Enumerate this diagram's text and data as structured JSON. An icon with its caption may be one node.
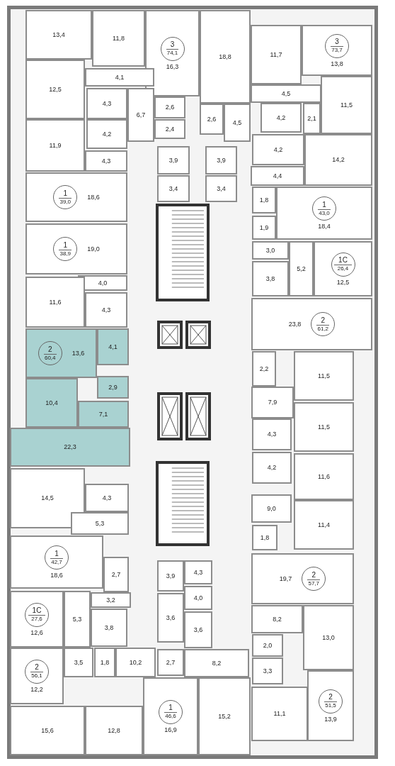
{
  "diagram": {
    "nodes": [
      {
        "text": [
          "13,4"
        ]
      },
      {
        "text": [
          "11,8"
        ]
      },
      {
        "text": [
          "16,3"
        ]
      },
      {
        "text": [
          "3",
          "74,1"
        ],
        "in": 2
      },
      {
        "text": [
          "18,8"
        ]
      },
      {
        "text": [
          "11,7"
        ]
      },
      {
        "text": [
          "13,8"
        ]
      },
      {
        "text": [
          "3",
          "73,7"
        ],
        "in": 6
      },
      {
        "text": [
          "12,5"
        ]
      },
      {
        "text": [
          "4,1"
        ]
      },
      {
        "text": [
          "11,5"
        ]
      },
      {
        "text": [
          "4,5"
        ]
      },
      {
        "text": [
          "4,3"
        ]
      },
      {
        "text": [
          "6,7"
        ]
      },
      {
        "text": [
          "2,6"
        ]
      },
      {
        "text": [
          "2,6"
        ]
      },
      {
        "text": [
          "4,5"
        ]
      },
      {
        "text": [
          "4,2"
        ]
      },
      {
        "text": [
          "2,1"
        ]
      },
      {
        "text": [
          "11,9"
        ]
      },
      {
        "text": [
          "4,2"
        ]
      },
      {
        "text": [
          "2,4"
        ]
      },
      {
        "text": [
          "14,2"
        ]
      },
      {
        "text": [
          "4,2"
        ]
      },
      {
        "text": [
          "3,9"
        ]
      },
      {
        "text": [
          "3,9"
        ]
      },
      {
        "text": [
          "4,3"
        ]
      },
      {
        "text": [
          "4,4"
        ]
      },
      {
        "text": [
          "18,6"
        ]
      },
      {
        "text": [
          "1",
          "39,0"
        ],
        "in": 28
      },
      {
        "text": [
          "3,4"
        ]
      },
      {
        "text": [
          "3,4"
        ]
      },
      {
        "text": [
          "1,8"
        ]
      },
      {
        "text": [
          "18,4"
        ]
      },
      {
        "text": [
          "1",
          "43,0"
        ],
        "in": 33
      },
      {
        "text": [
          "1,9"
        ]
      },
      {
        "text": [
          "19,0"
        ]
      },
      {
        "text": [
          "1",
          "38,9"
        ],
        "in": 36
      },
      {
        "text": [
          "3,0"
        ]
      },
      {
        "text": [
          "5,2"
        ]
      },
      {
        "text": [
          "12,5"
        ]
      },
      {
        "text": [
          "1С",
          "26,4"
        ],
        "in": 40
      },
      {
        "text": [
          "3,8"
        ]
      },
      {
        "text": [
          "4,0"
        ]
      },
      {
        "text": [
          "11,6"
        ]
      },
      {
        "text": [
          "4,3"
        ]
      },
      {
        "text": [
          "23,8"
        ]
      },
      {
        "text": [
          "2",
          "61,2"
        ],
        "in": 46
      },
      {
        "text": [
          "13,6"
        ]
      },
      {
        "text": [
          "2",
          "60,4"
        ],
        "in": 48
      },
      {
        "text": [
          "4,1"
        ]
      },
      {
        "text": [
          "11,5"
        ]
      },
      {
        "text": [
          "2,2"
        ]
      },
      {
        "text": [
          "2,9"
        ]
      },
      {
        "text": [
          "10,4"
        ]
      },
      {
        "text": [
          "7,9"
        ]
      },
      {
        "text": [
          "7,1"
        ]
      },
      {
        "text": [
          "11,5"
        ]
      },
      {
        "text": [
          "4,3"
        ]
      },
      {
        "text": [
          "22,3"
        ]
      },
      {
        "text": [
          "4,2"
        ]
      },
      {
        "text": [
          "11,6"
        ]
      },
      {
        "text": [
          "14,5"
        ]
      },
      {
        "text": [
          "4,3"
        ]
      },
      {
        "text": [
          "9,0"
        ]
      },
      {
        "text": [
          "11,4"
        ]
      },
      {
        "text": [
          "5,3"
        ]
      },
      {
        "text": [
          "1,8"
        ]
      },
      {
        "text": [
          "18,6"
        ]
      },
      {
        "text": [
          "1",
          "42,7"
        ],
        "in": 68
      },
      {
        "text": [
          "2,7"
        ]
      },
      {
        "text": [
          "19,7"
        ]
      },
      {
        "text": [
          "2",
          "57,7"
        ],
        "in": 71
      },
      {
        "text": [
          "3,9"
        ]
      },
      {
        "text": [
          "4,3"
        ]
      },
      {
        "text": [
          "4,0"
        ]
      },
      {
        "text": [
          "3,2"
        ]
      },
      {
        "text": [
          "12,6"
        ]
      },
      {
        "text": [
          "1С",
          "27,6"
        ],
        "in": 77
      },
      {
        "text": [
          "5,3"
        ]
      },
      {
        "text": [
          "3,6"
        ]
      },
      {
        "text": [
          "8,2"
        ]
      },
      {
        "text": [
          "13,0"
        ]
      },
      {
        "text": [
          "3,8"
        ]
      },
      {
        "text": [
          "3,6"
        ]
      },
      {
        "text": [
          "2,0"
        ]
      },
      {
        "text": [
          "12,2"
        ]
      },
      {
        "text": [
          "2",
          "56,1"
        ],
        "in": 86
      },
      {
        "text": [
          "3,5"
        ]
      },
      {
        "text": [
          "1,8"
        ]
      },
      {
        "text": [
          "10,2"
        ]
      },
      {
        "text": [
          "2,7"
        ]
      },
      {
        "text": [
          "8,2"
        ]
      },
      {
        "text": [
          "3,3"
        ]
      },
      {
        "text": [
          "13,9"
        ]
      },
      {
        "text": [
          "2",
          "51,5"
        ],
        "in": 94
      },
      {
        "text": [
          "16,9"
        ]
      },
      {
        "text": [
          "1",
          "46,6"
        ],
        "in": 96
      },
      {
        "text": [
          "15,2"
        ]
      },
      {
        "text": [
          "11,1"
        ]
      },
      {
        "text": [
          "15,6"
        ]
      },
      {
        "text": [
          "12,8"
        ]
      }
    ]
  }
}
